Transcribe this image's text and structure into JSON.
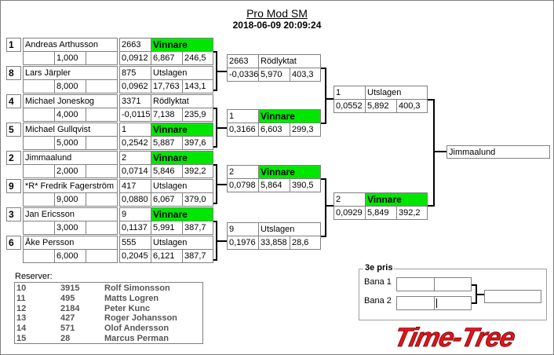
{
  "header": {
    "title": "Pro Mod SM",
    "timestamp": "2018-06-09 20:09:24"
  },
  "round1": [
    {
      "seed": "1",
      "name": "Andreas Arthusson",
      "dial": "1,000",
      "number": "2663",
      "status": "Vinnare",
      "reaction": "0,0912",
      "et": "6,867",
      "speed": "246,5"
    },
    {
      "seed": "8",
      "name": "Lars Järpler",
      "dial": "8,000",
      "number": "875",
      "status": "Utslagen",
      "reaction": "0,0962",
      "et": "17,763",
      "speed": "143,1"
    },
    {
      "seed": "4",
      "name": "Michael Joneskog",
      "dial": "4,000",
      "number": "3371",
      "status": "Rödlyktat",
      "reaction": "-0,0115",
      "et": "7,138",
      "speed": "235,9"
    },
    {
      "seed": "5",
      "name": "Michael Gullqvist",
      "dial": "5,000",
      "number": "1",
      "status": "Vinnare",
      "reaction": "0,2542",
      "et": "5,887",
      "speed": "397,6"
    },
    {
      "seed": "2",
      "name": "Jimmaalund",
      "dial": "2,000",
      "number": "2",
      "status": "Vinnare",
      "reaction": "0,0714",
      "et": "5,846",
      "speed": "392,2"
    },
    {
      "seed": "9",
      "name": "*R* Fredrik Fagerström",
      "dial": "9,000",
      "number": "417",
      "status": "Utslagen",
      "reaction": "0,0880",
      "et": "6,067",
      "speed": "379,0"
    },
    {
      "seed": "3",
      "name": "Jan Ericsson",
      "dial": "3,000",
      "number": "9",
      "status": "Vinnare",
      "reaction": "0,1137",
      "et": "5,991",
      "speed": "387,7"
    },
    {
      "seed": "6",
      "name": "Åke Persson",
      "dial": "6,000",
      "number": "555",
      "status": "Utslagen",
      "reaction": "0,2045",
      "et": "6,121",
      "speed": "387,7"
    }
  ],
  "round2": [
    {
      "number": "2663",
      "status": "Rödlyktat",
      "reaction": "-0,0336",
      "et": "5,970",
      "speed": "403,3"
    },
    {
      "number": "1",
      "status": "Vinnare",
      "reaction": "0,3166",
      "et": "6,603",
      "speed": "299,3"
    },
    {
      "number": "2",
      "status": "Vinnare",
      "reaction": "0,0798",
      "et": "5,864",
      "speed": "390,5"
    },
    {
      "number": "9",
      "status": "Utslagen",
      "reaction": "0,1976",
      "et": "33,858",
      "speed": "28,6"
    }
  ],
  "semifinal": [
    {
      "number": "1",
      "status": "Utslagen",
      "reaction": "0,0552",
      "et": "5,892",
      "speed": "400,3"
    },
    {
      "number": "2",
      "status": "Vinnare",
      "reaction": "0,0929",
      "et": "5,849",
      "speed": "392,2"
    }
  ],
  "final": {
    "winner": "Jimmaalund"
  },
  "reserves": {
    "label": "Reserver:",
    "rows": [
      {
        "pos": "10",
        "number": "3915",
        "name": "Rolf Simonsson"
      },
      {
        "pos": "11",
        "number": "495",
        "name": "Matts Logren"
      },
      {
        "pos": "12",
        "number": "2184",
        "name": "Peter Kunc"
      },
      {
        "pos": "13",
        "number": "427",
        "name": "Roger Johansson"
      },
      {
        "pos": "14",
        "number": "571",
        "name": "Olof Andersson"
      },
      {
        "pos": "15",
        "number": "28",
        "name": "Marcus Perman"
      }
    ]
  },
  "third_place": {
    "title": "3e pris",
    "lane1_label": "Bana 1",
    "lane2_label": "Bana 2"
  },
  "logo": {
    "text": "Time-Tree",
    "color": "#e0141e"
  },
  "colors": {
    "winner": "#00e600",
    "border": "#808080"
  }
}
